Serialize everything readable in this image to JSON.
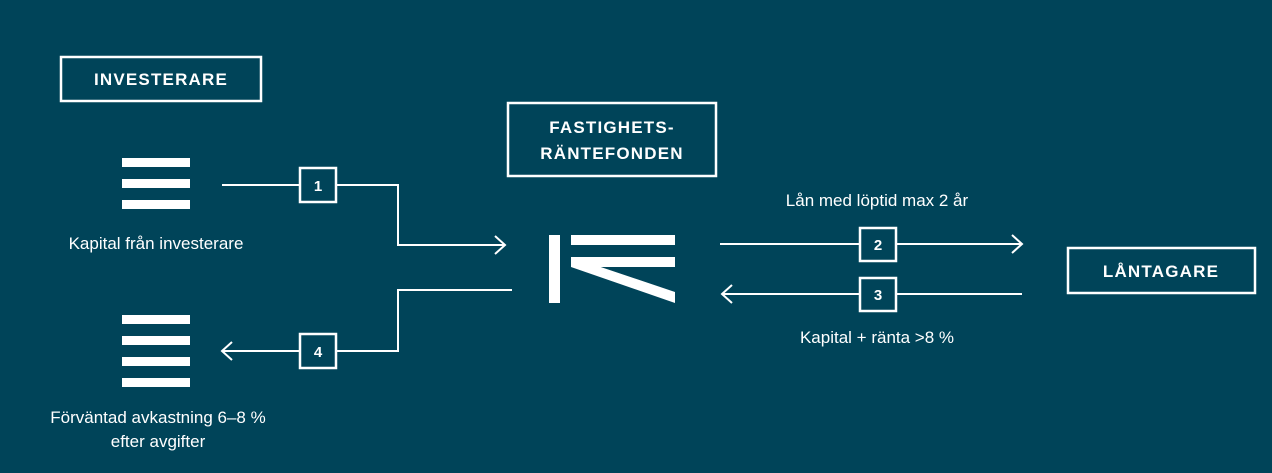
{
  "investors": {
    "title": "INVESTERARE",
    "capital_label": "Kapital från investerare",
    "return_line1": "Förväntad avkastning 6–8 %",
    "return_line2": "efter avgifter"
  },
  "fund": {
    "title_line1": "FASTIGHETS-",
    "title_line2": "RÄNTEFONDEN"
  },
  "borrowers": {
    "title": "LÅNTAGARE"
  },
  "flows": {
    "loan_label": "Lån med löptid max 2 år",
    "repay_label": "Kapital + ränta >8 %",
    "steps": [
      "1",
      "2",
      "3",
      "4"
    ]
  },
  "colors": {
    "background": "#004459",
    "foreground": "#ffffff"
  }
}
